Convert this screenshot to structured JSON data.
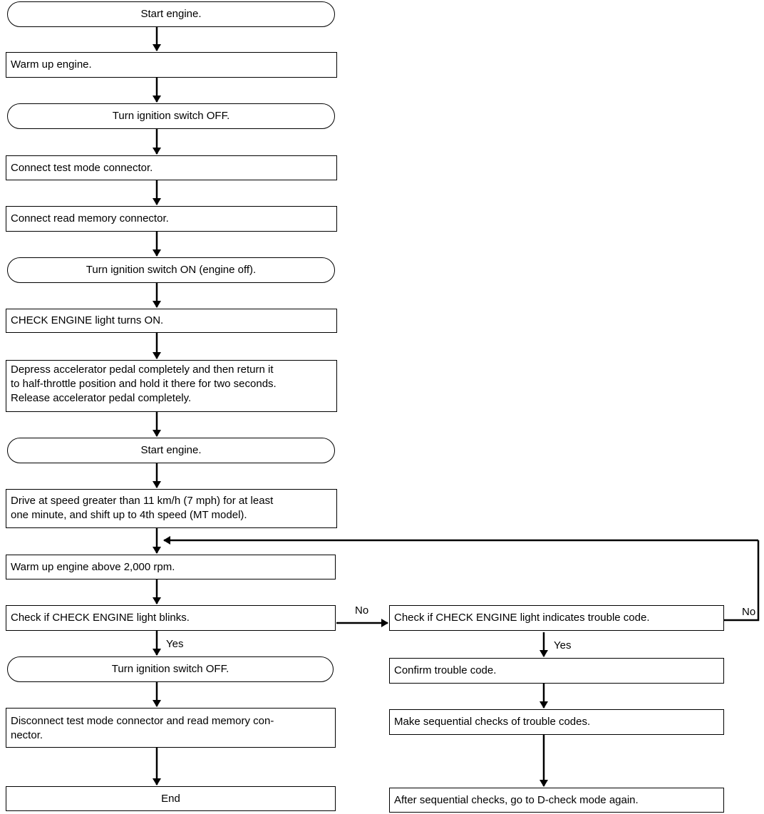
{
  "steps": {
    "start_engine_1": "Start engine.",
    "warm_up": "Warm up engine.",
    "ignition_off_1": "Turn ignition switch OFF.",
    "connect_test": "Connect test mode connector.",
    "connect_read": "Connect read memory connector.",
    "ignition_on": "Turn ignition switch ON (engine off).",
    "light_on": "CHECK ENGINE light turns ON.",
    "depress_pedal": "Depress accelerator pedal completely and then return it\nto half-throttle position and hold it there for two seconds.\nRelease accelerator pedal completely.",
    "start_engine_2": "Start engine.",
    "drive": "Drive at speed greater than 11 km/h (7 mph) for at least\none minute, and shift up to 4th speed (MT model).",
    "warm_up_2000": "Warm up engine above 2,000 rpm.",
    "check_blinks": "Check if CHECK ENGINE light blinks.",
    "ignition_off_2": "Turn ignition switch OFF.",
    "disconnect": "Disconnect test mode connector and read memory con-\nnector.",
    "end": "End",
    "check_trouble": "Check if CHECK ENGINE light indicates trouble code.",
    "confirm": "Confirm trouble code.",
    "sequential": "Make sequential checks of trouble codes.",
    "after": "After sequential checks, go to D-check mode again."
  },
  "labels": {
    "no_1": "No",
    "no_2": "No",
    "yes_1": "Yes",
    "yes_2": "Yes"
  }
}
